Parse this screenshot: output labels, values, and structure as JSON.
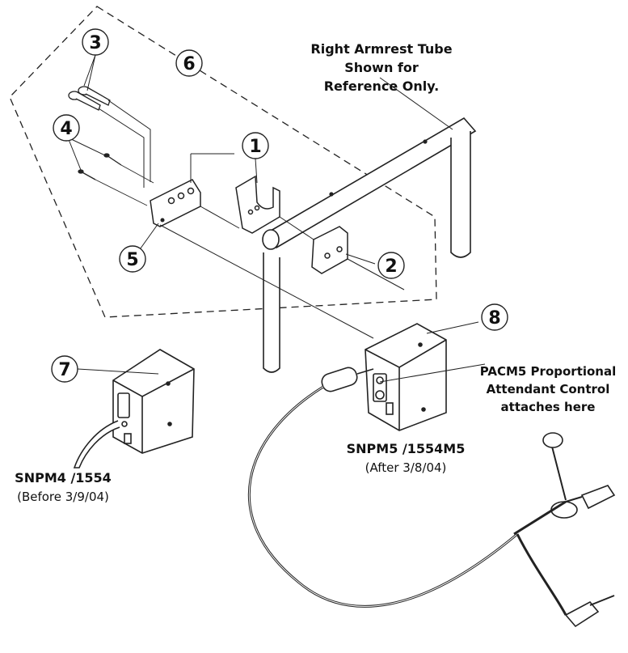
{
  "callouts": [
    "1",
    "2",
    "3",
    "4",
    "5",
    "6",
    "7",
    "8"
  ],
  "notes": {
    "armrest_line1": "Right Armrest Tube",
    "armrest_line2": "Shown for",
    "armrest_line3": "Reference Only.",
    "pacm_line1": "PACM5 Proportional",
    "pacm_line2": "Attendant Control",
    "pacm_line3": "attaches here"
  },
  "labels": {
    "snpm5_model": "SNPM5 /1554M5",
    "snpm5_date": "(After 3/8/04)",
    "snpm4_model": "SNPM4 /1554",
    "snpm4_date": "(Before 3/9/04)"
  }
}
